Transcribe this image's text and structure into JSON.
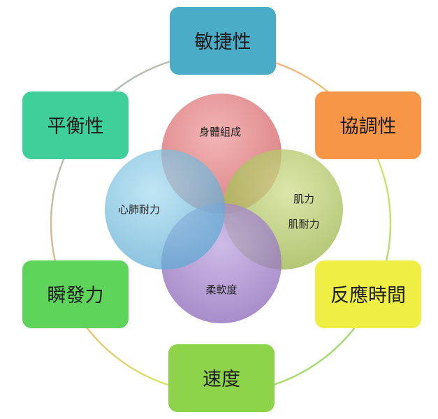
{
  "boxes": [
    {
      "label": "敏捷性",
      "color": "#4aacc6"
    },
    {
      "label": "協調性",
      "color": "#f79646"
    },
    {
      "label": "反應時間",
      "color": "#eeee44"
    },
    {
      "label": "速度",
      "color": "#8ed44a"
    },
    {
      "label": "瞬發力",
      "color": "#5fd45a"
    },
    {
      "label": "平衡性",
      "color": "#3ecf9a"
    }
  ],
  "circles": [
    {
      "label": "身體組成",
      "color": "#d9787a"
    },
    {
      "label_line1": "肌力",
      "label_line2": "肌耐力",
      "color": "#aac45a"
    },
    {
      "label": "柔軟度",
      "color": "#9a7ac8"
    },
    {
      "label": "心肺耐力",
      "color": "#6ab8dc"
    }
  ],
  "ring_color": "#9ad4c4"
}
